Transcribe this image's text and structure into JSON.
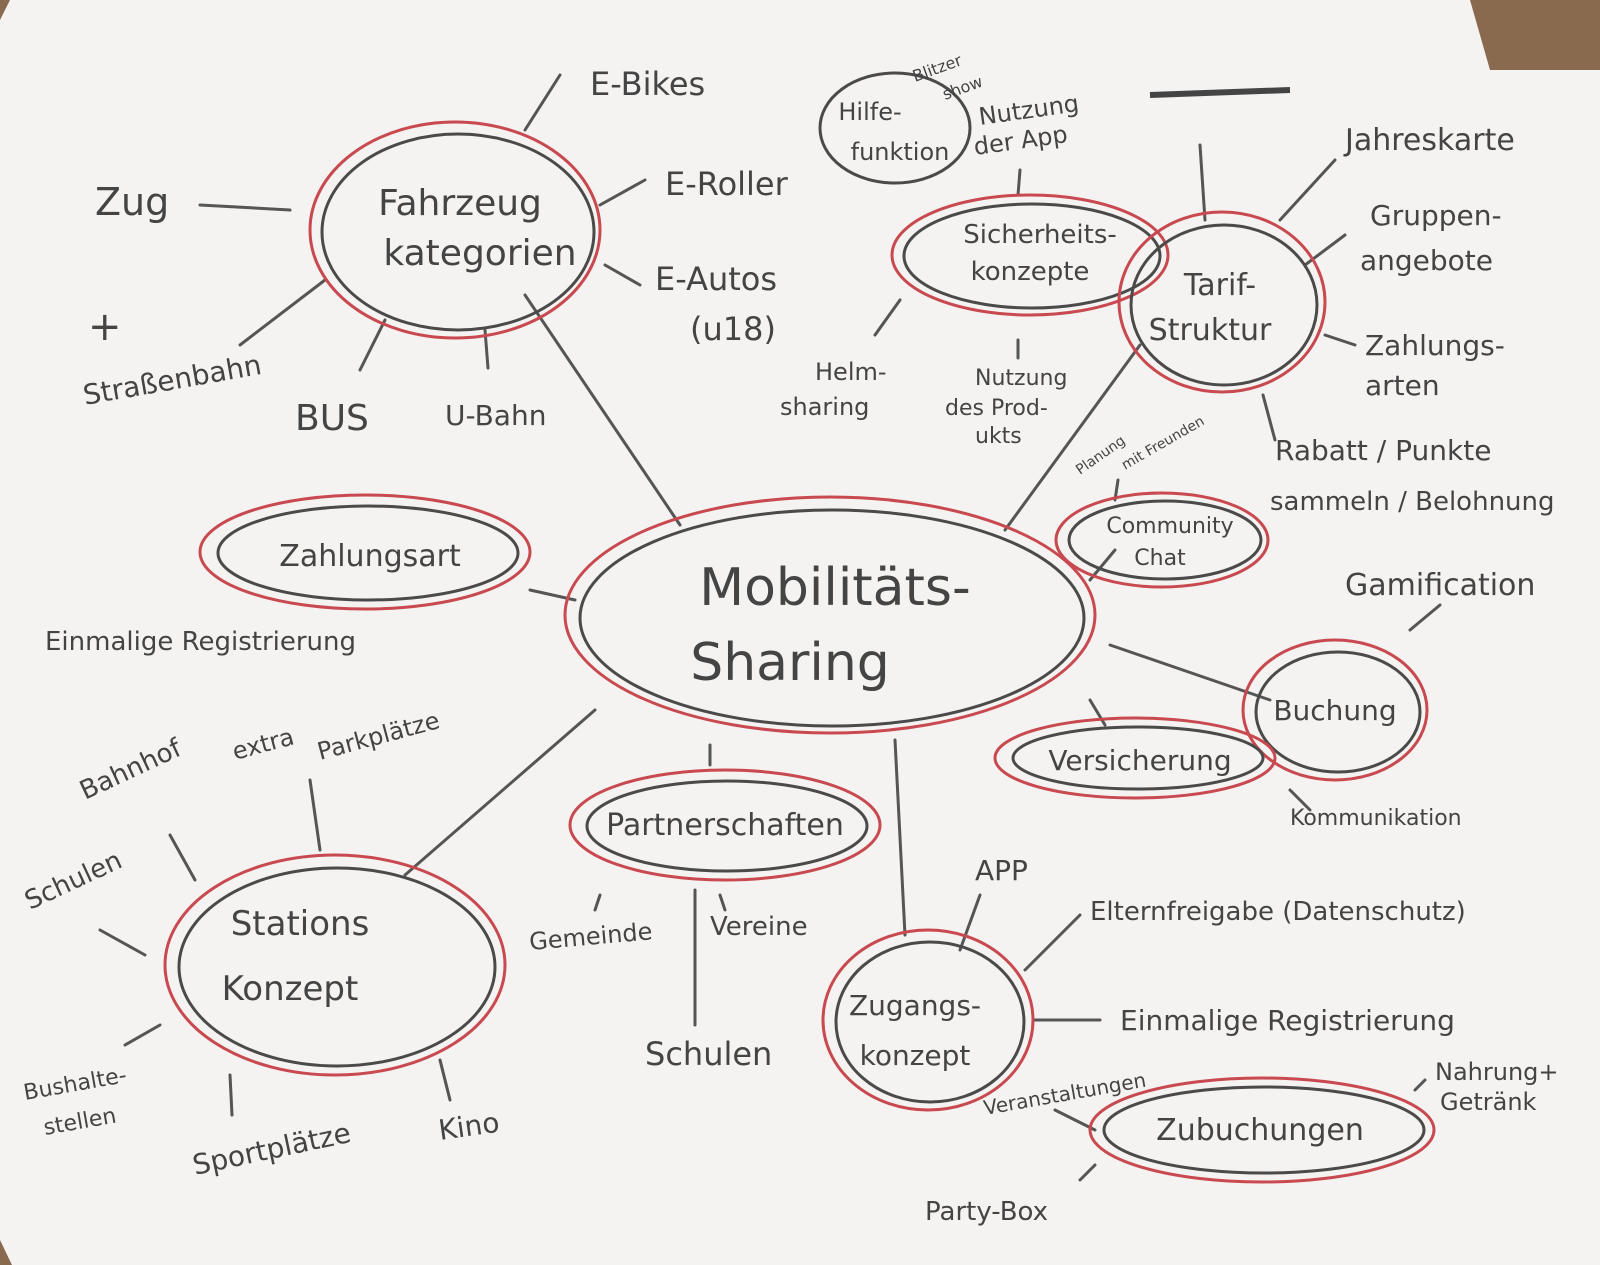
{
  "center": {
    "line1": "Mobilitäts-",
    "line2": "Sharing"
  },
  "hubs": {
    "fahrzeug": {
      "line1": "Fahrzeug",
      "line2": "kategorien"
    },
    "hilfe": {
      "line1": "Hilfe-",
      "line2": "funktion"
    },
    "sicherheit": {
      "line1": "Sicherheits-",
      "line2": "konzepte"
    },
    "tarif": {
      "line1": "Tarif-",
      "line2": "Struktur"
    },
    "community": {
      "line1": "Community",
      "line2": "Chat"
    },
    "zahlungsart": {
      "line1": "Zahlungsart"
    },
    "buchung": {
      "line1": "Buchung"
    },
    "versicherung": {
      "line1": "Versicherung"
    },
    "partnerschaften": {
      "line1": "Partnerschaften"
    },
    "stations": {
      "line1": "Stations",
      "line2": "Konzept"
    },
    "zugang": {
      "line1": "Zugangs-",
      "line2": "konzept"
    },
    "zubuchungen": {
      "line1": "Zubuchungen"
    }
  },
  "labels": {
    "ebikes": "E-Bikes",
    "eroller": "E-Roller",
    "eautos1": "E-Autos",
    "eautos2": "(u18)",
    "zug": "Zug",
    "plus": "+",
    "strassenbahn": "Straßenbahn",
    "bus": "BUS",
    "ubahn": "U-Bahn",
    "blitzer1": "Blitzer",
    "blitzer2": "show",
    "nutzung_app1": "Nutzung",
    "nutzung_app2": "der App",
    "helm1": "Helm-",
    "helm2": "sharing",
    "nutzung_prod1": "Nutzung",
    "nutzung_prod2": "des Prod-",
    "nutzung_prod3": "ukts",
    "jahreskarte": "Jahreskarte",
    "gruppen1": "Gruppen-",
    "gruppen2": "angebote",
    "zahlungsarten1": "Zahlungs-",
    "zahlungsarten2": "arten",
    "rabatt1": "Rabatt / Punkte",
    "rabatt2": "sammeln / Belohnung",
    "planung1": "Planung",
    "planung2": "mit Freunden",
    "gamification": "Gamification",
    "einmalige_reg_left": "Einmalige Registrierung",
    "kommunikation": "Kommunikation",
    "bahnhof": "Bahnhof",
    "extra_parkplaetze1": "extra",
    "extra_parkplaetze2": "Parkplätze",
    "schulen_left": "Schulen",
    "bushalte1": "Bushalte-",
    "bushalte2": "stellen",
    "sportplaetze": "Sportplätze",
    "kino": "Kino",
    "gemeinde": "Gemeinde",
    "vereine": "Vereine",
    "schulen_bottom": "Schulen",
    "app": "APP",
    "elternfreigabe": "Elternfreigabe (Datenschutz)",
    "einmalige_reg_right": "Einmalige Registrierung",
    "veranstaltungen": "Veranstaltungen",
    "nahrung1": "Nahrung+",
    "nahrung2": "Getränk",
    "partybox": "Party-Box"
  }
}
